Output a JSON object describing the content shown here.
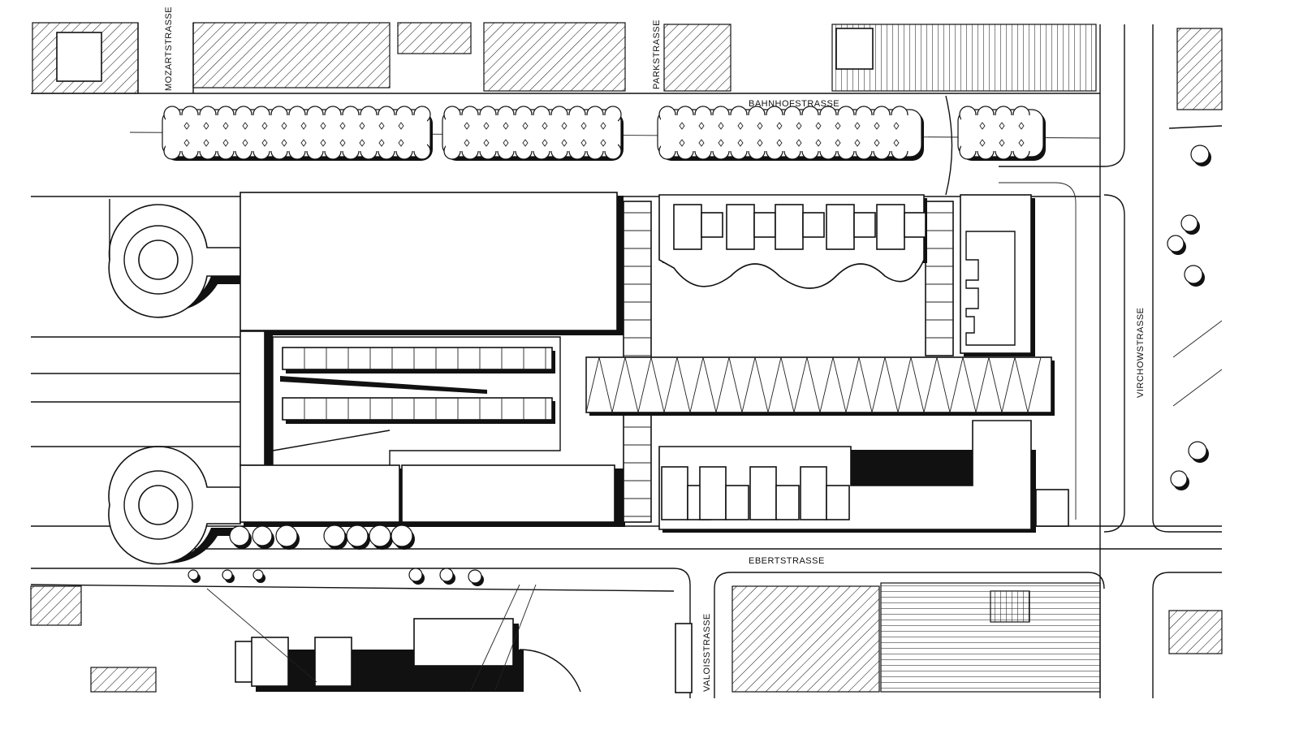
{
  "plan": {
    "streets": {
      "mozart": "MOZARTSTRASSE",
      "park": "PARKSTRASSE",
      "bahnhof": "BAHNHOFSTRASSE",
      "virchow": "VIRCHOWSTRASSE",
      "ebert": "EBERTSTRASSE",
      "valois": "VALOISSTRASSE"
    }
  }
}
